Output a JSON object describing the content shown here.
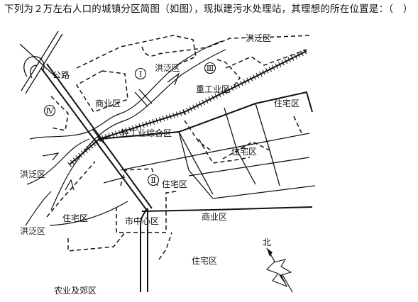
{
  "question": {
    "text": "下列为２万左右人口的城镇分区简图（如图），现拟建污水处理站，其理想的所在位置是：（　）"
  },
  "map": {
    "labels": {
      "road": "公路",
      "commercial_nw": "商业区",
      "flood_n": "洪泛区",
      "flood_ne": "洪泛区",
      "heavy_industry": "重工业区",
      "light_industry": "轻工业综合区",
      "residential_e1": "住宅区",
      "residential_e2": "住宅区",
      "residential_c": "住宅区",
      "flood_w1": "洪泛区",
      "flood_w2": "洪泛区",
      "residential_sw": "住宅区",
      "city_center": "市中心区",
      "commercial_s": "商业区",
      "residential_se": "住宅区",
      "agri_suburb": "农业及郊区",
      "north": "北"
    },
    "markers": {
      "I": "Ⅰ",
      "II": "Ⅱ",
      "III": "Ⅲ",
      "IV": "Ⅳ"
    }
  }
}
